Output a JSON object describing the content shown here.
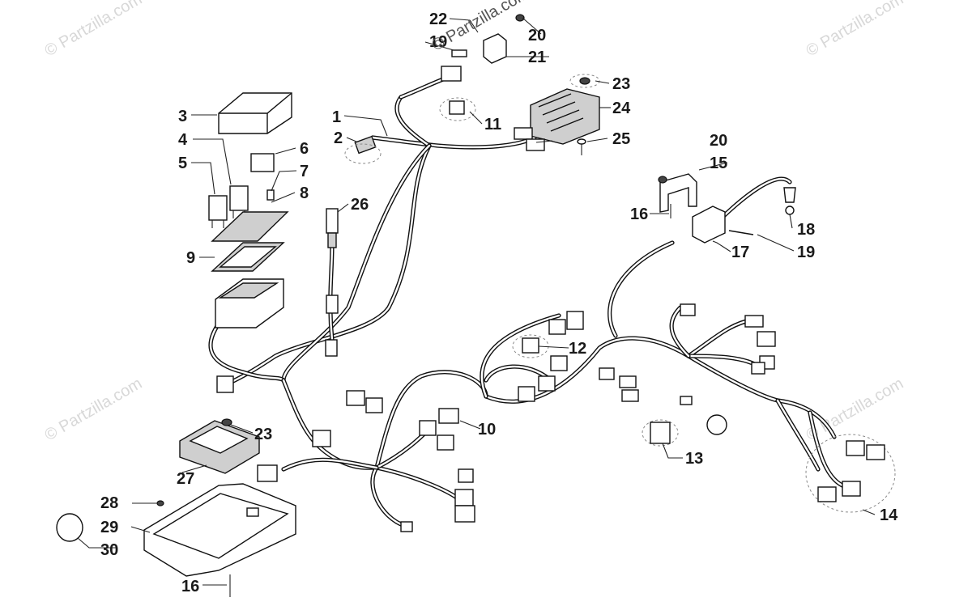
{
  "watermarks": {
    "top": "© Partzilla.com",
    "corner_left": "© Partzilla.com",
    "corner_right": "© Partzilla.com",
    "mid_left": "© Partzilla.com",
    "mid_right": "© Partzilla.com"
  },
  "callouts": {
    "c1": "1",
    "c2": "2",
    "c3": "3",
    "c4": "4",
    "c5": "5",
    "c6": "6",
    "c7": "7",
    "c8": "8",
    "c9": "9",
    "c10": "10",
    "c11": "11",
    "c12": "12",
    "c13": "13",
    "c14": "14",
    "c15": "15",
    "c16a": "16",
    "c16b": "16",
    "c17": "17",
    "c18": "18",
    "c19a": "19",
    "c19b": "19",
    "c20a": "20",
    "c20b": "20",
    "c21": "21",
    "c22": "22",
    "c23a": "23",
    "c23b": "23",
    "c24": "24",
    "c25": "25",
    "c26": "26",
    "c27": "27",
    "c28": "28",
    "c29": "29",
    "c30": "30"
  }
}
